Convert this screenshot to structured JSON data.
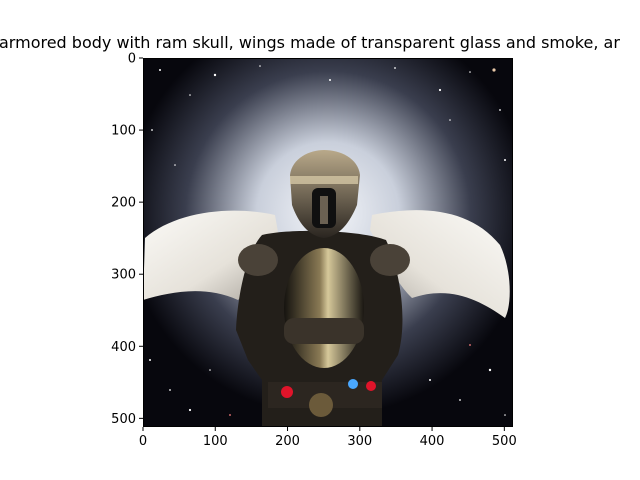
{
  "figure": {
    "title": "armored body with ram skull,  wings made of transparent glass and smoke,  ar"
  },
  "image": {
    "subject": "Armored angel figure with dark metal helmet and breastplate, large white feathered wings, glowing red and blue lights at the belt, set against a starry space background with a bright halo behind the figure",
    "colors": {
      "background_space": "#0b0b14",
      "halo": "#e8ecf2",
      "armor_dark": "#2a2520",
      "armor_highlight": "#c9b98a",
      "wings": "#f2f0ec",
      "belt_red": "#e0142a",
      "belt_blue": "#4aa8ff"
    }
  },
  "axes": {
    "x_ticks": [
      "0",
      "100",
      "200",
      "300",
      "400",
      "500"
    ],
    "y_ticks": [
      "0",
      "100",
      "200",
      "300",
      "400",
      "500"
    ],
    "x_range": [
      0,
      512
    ],
    "y_range": [
      0,
      512
    ]
  }
}
